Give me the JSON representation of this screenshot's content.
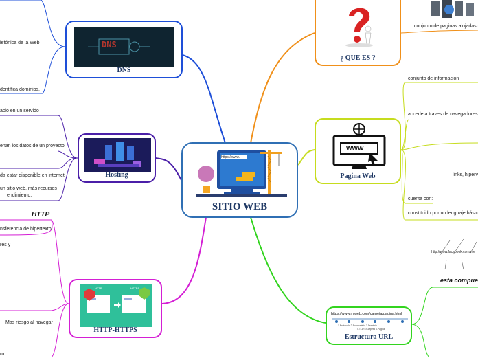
{
  "central": {
    "title": "SITIO WEB",
    "address_text": "https://www."
  },
  "topics": {
    "dns": {
      "title": "DNS",
      "logo_text": "DNS"
    },
    "hosting": {
      "title": "Hosting"
    },
    "http_https": {
      "title": "HTTP-HTTPS",
      "http_label": "HTTP",
      "https_label": "HTTPS"
    },
    "que_es": {
      "title": "¿ QUE ES ?"
    },
    "pagina_web": {
      "title": "Pagina Web",
      "screen_text": "WWW"
    },
    "estructura_url": {
      "title": "Estructura URL",
      "url_text": "https://www.miweb.com/carpeta/pagina.html",
      "legend_lines": [
        "1.Protocolo  2.Subdominio  3.Dominio",
        "4.TLD  5.Carpeta  6.Página"
      ]
    }
  },
  "leaves": {
    "dns_1": "lefónica de la Web",
    "dns_2": "dentifica dominios.",
    "hosting_1": "acio en un servido",
    "hosting_2": "enan los datos de un proyecto",
    "hosting_3": "da estar disponible en internet",
    "hosting_4a": "un sitio web, más recursos",
    "hosting_4b": "endimiento.",
    "http_head": "HTTP",
    "http_1": "nsferencia de hipertexto",
    "http_2": "res y",
    "http_3": "Mas riesgo al navegar",
    "http_4": "ro",
    "que_1": "conjunto de paginas alojadas en u",
    "pw_1": "conjunto de información",
    "pw_2": "accede a traves de navegadores",
    "pw_3": "links, hipervi",
    "pw_4": "cuenta con:",
    "pw_5": "constituido por un lenguaje básico",
    "url_head": "esta compues",
    "url_sample": "http://www.facebook.com/me"
  },
  "colors": {
    "dns": "#1e4fd8",
    "hosting": "#4b1fa8",
    "http": "#d41fd4",
    "que": "#f0901a",
    "pagina": "#c6dc1e",
    "estructura": "#33d41f",
    "central_border": "#2f6fb4"
  }
}
